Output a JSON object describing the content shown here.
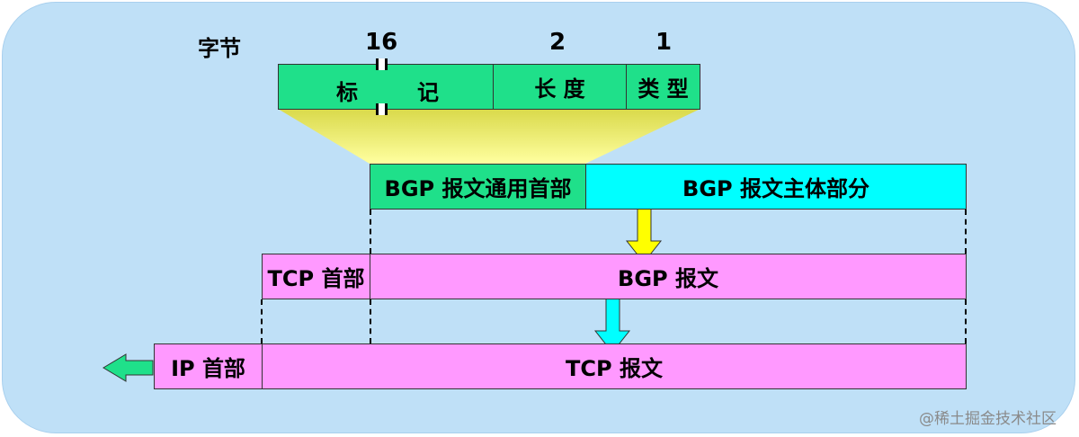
{
  "header": {
    "byte_label": "字节",
    "size_16": "16",
    "size_2": "2",
    "size_1": "1"
  },
  "header_fields": {
    "marker_left": "标",
    "marker_right": "记",
    "length": "长 度",
    "type": "类 型"
  },
  "bgp_message": {
    "common_header": "BGP 报文通用首部",
    "body": "BGP 报文主体部分"
  },
  "tcp_segment": {
    "header": "TCP 首部",
    "data": "BGP 报文"
  },
  "ip_packet": {
    "header": "IP 首部",
    "data": "TCP 报文"
  },
  "colors": {
    "panel": "#bfe0f7",
    "green": "#1fe08a",
    "cyan": "#00ffff",
    "pink": "#ff99ff",
    "yellow_arrow": "#ffff00"
  },
  "watermark": "@稀土掘金技术社区"
}
